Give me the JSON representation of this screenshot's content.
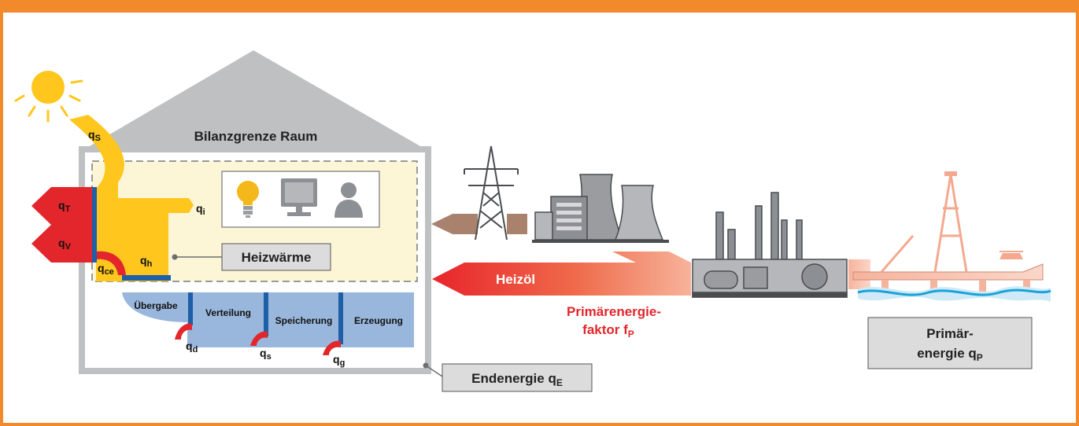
{
  "colors": {
    "frame": "#f28a2c",
    "house": "#bfc0c2",
    "room_fill": "#fdf6d6",
    "solar": "#ffc61e",
    "loss_red": "#e3262b",
    "blue_divider": "#1f5fa8",
    "system_blue": "#99b7dc",
    "heating_oil_red": "#e8242b",
    "electricity_brown": "#a9826e",
    "industrial_gray": "#8c8f93",
    "sea": "#1aa3d9"
  },
  "title": "Bilanzgrenze Raum",
  "flows": {
    "q_s_base": "q",
    "q_s_sub": "S",
    "q_i_base": "q",
    "q_i_sub": "i",
    "q_T_base": "q",
    "q_T_sub": "T",
    "q_v_base": "q",
    "q_v_sub": "V",
    "q_ce_base": "q",
    "q_ce_sub": "ce",
    "q_h_base": "q",
    "q_h_sub": "h",
    "q_d_base": "q",
    "q_d_sub": "d",
    "q_s2_base": "q",
    "q_s2_sub": "s",
    "q_g_base": "q",
    "q_g_sub": "g"
  },
  "heizwaerme_label": "Heizwärme",
  "system_stages": [
    "Übergabe",
    "Verteilung",
    "Speicherung",
    "Erzeugung"
  ],
  "endenergie_base": "Endenergie q",
  "endenergie_sub": "E",
  "heizoel_label": "Heizöl",
  "primaerfaktor_line1": "Primärenergie-",
  "primaerfaktor_line2_base": "faktor f",
  "primaerfaktor_line2_sub": "P",
  "primaer_line1": "Primär-",
  "primaer_line2_base": "energie q",
  "primaer_line2_sub": "P",
  "icons": [
    "sun-icon",
    "light-bulb-icon",
    "monitor-icon",
    "person-icon",
    "power-pylon-icon",
    "power-plant-icon",
    "refinery-icon",
    "oil-platform-icon"
  ]
}
